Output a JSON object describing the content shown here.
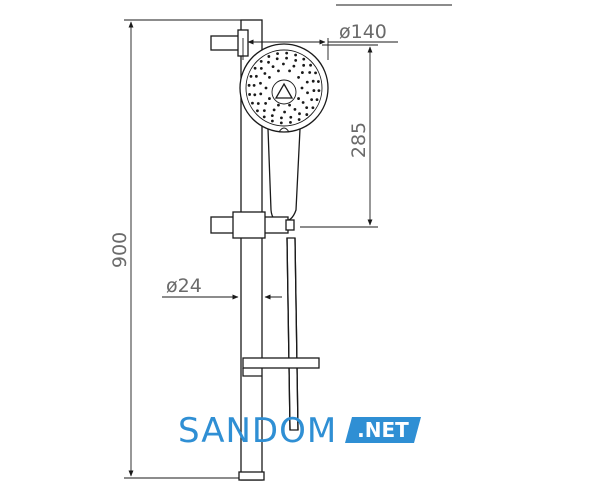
{
  "dimensions": {
    "total_height": "900",
    "handset_diameter": "ø140",
    "handset_length": "285",
    "rail_diameter": "ø24"
  },
  "watermark": {
    "brand": "SANDOM",
    "suffix": ".NET",
    "brand_color": "#2f8fd4",
    "badge_color": "#2f8fd4"
  },
  "colors": {
    "line": "#1a1a1a",
    "dim_text": "#6a6a6a"
  }
}
